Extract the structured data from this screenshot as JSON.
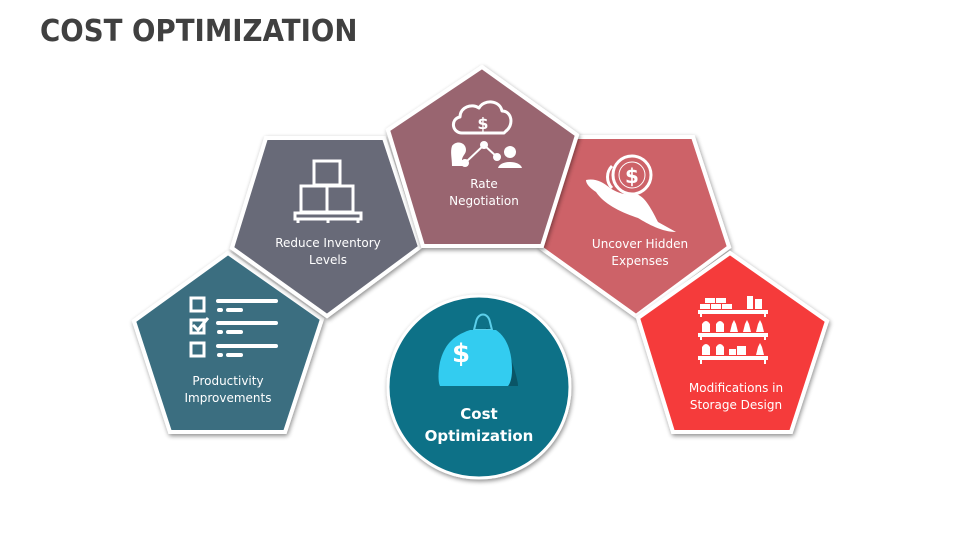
{
  "title": "COST OPTIMIZATION",
  "center": {
    "label_line1": "Cost",
    "label_line2": "Optimization",
    "icon": "money-bag-icon",
    "color": "#0E7187"
  },
  "items": [
    {
      "label_line1": "Productivity",
      "label_line2": "Improvements",
      "icon": "checklist-icon",
      "color": "#3A6E80"
    },
    {
      "label_line1": "Reduce Inventory",
      "label_line2": "Levels",
      "icon": "pallet-boxes-icon",
      "color": "#686A78"
    },
    {
      "label_line1": "Rate",
      "label_line2": "Negotiation",
      "icon": "cloud-dollar-people-icon",
      "color": "#996570"
    },
    {
      "label_line1": "Uncover Hidden",
      "label_line2": "Expenses",
      "icon": "hand-coin-icon",
      "color": "#CD6267"
    },
    {
      "label_line1": "Modifications in",
      "label_line2": "Storage Design",
      "icon": "storage-shelves-icon",
      "color": "#F53B3B"
    }
  ]
}
